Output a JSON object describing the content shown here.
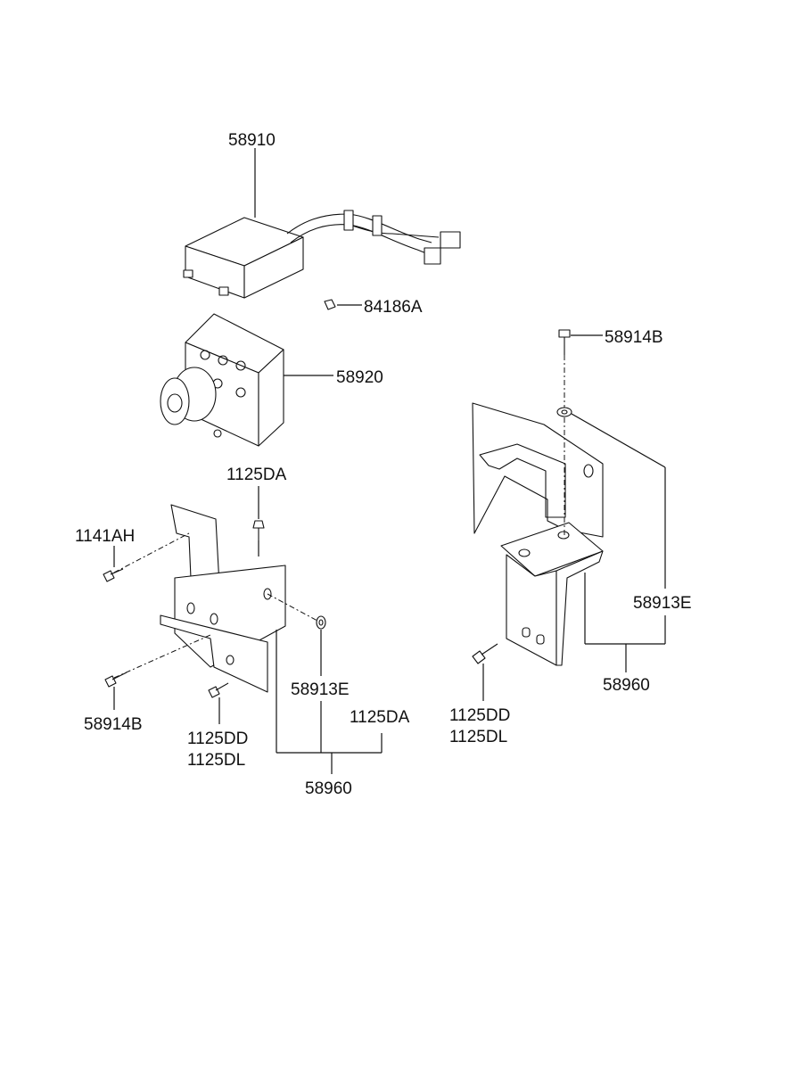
{
  "labels": {
    "ecu": "58910",
    "clip": "84186A",
    "hecu": "58920",
    "bolt_top_left": "1125DA",
    "bolt_1141": "1141AH",
    "bolt_58914b_left": "58914B",
    "washer_left": "58913E",
    "bolt_1125dd_left": "1125DD",
    "bolt_1125dl_left": "1125DL",
    "bolt_1125da_left2": "1125DA",
    "bracket_left": "58960",
    "bolt_58914b_right": "58914B",
    "washer_right": "58913E",
    "bracket_right": "58960",
    "bolt_1125dd_right": "1125DD",
    "bolt_1125dl_right": "1125DL"
  }
}
